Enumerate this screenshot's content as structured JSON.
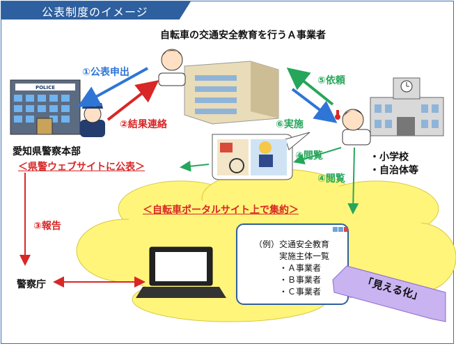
{
  "header": {
    "title": "公表制度のイメージ"
  },
  "nodes": {
    "operator": "自転車の交通安全教育を行うＡ事業者",
    "police_hq": "愛知県警察本部",
    "police_sign": "POLICE",
    "school": "・小学校",
    "municipality": "・自治体等",
    "npa": "警察庁"
  },
  "flows": {
    "apply": "①公表申出",
    "result": "②結果連絡",
    "report": "③報告",
    "browse1": "④閲覧",
    "browse2": "④閲覧",
    "request": "⑤依頼",
    "implement": "⑥実施"
  },
  "publish": {
    "police_site": "＜県警ウェブサイトに公表＞",
    "portal": "＜自転車ポータルサイト上で集約＞"
  },
  "window": {
    "lines": [
      "（例）交通安全教育",
      "　　　実施主体一覧",
      "　　　・Ａ事業者",
      "　　　・Ｂ事業者",
      "　　　・Ｃ事業者"
    ]
  },
  "badge": "「見える化」",
  "colors": {
    "frame": "#3a6fb0",
    "title": "#2e5f9e",
    "blue": "#2e75d6",
    "red": "#d92626",
    "green": "#26a65b",
    "cloud": "#fff57a",
    "badge": "#c9b3f0"
  }
}
